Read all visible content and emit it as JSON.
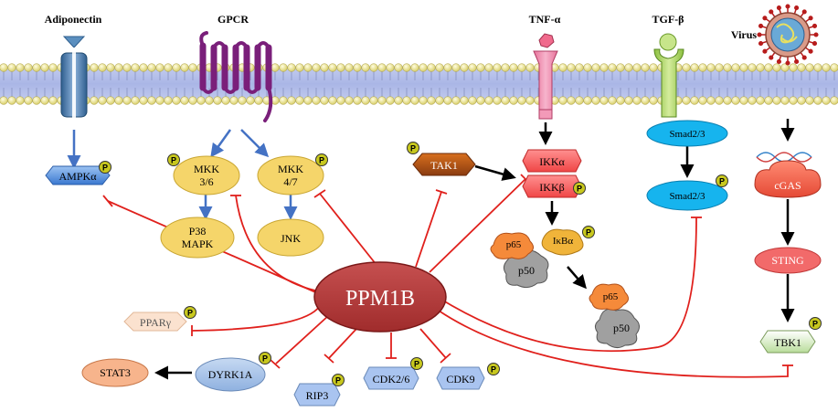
{
  "receptors": {
    "adiponectin": "Adiponectin",
    "gpcr": "GPCR",
    "tnf": "TNF-α",
    "tgf": "TGF-β",
    "virus": "Virus"
  },
  "nodes": {
    "ampk": "AMPKα",
    "mkk36_a": "MKK",
    "mkk36_b": "3/6",
    "mkk47_a": "MKK",
    "mkk47_b": "4/7",
    "p38_a": "P38",
    "p38_b": "MAPK",
    "jnk": "JNK",
    "tak1": "TAK1",
    "ikka": "IKKα",
    "ikkb": "IKKβ",
    "smad_top": "Smad2/3",
    "smad_bottom": "Smad2/3",
    "cgas": "cGAS",
    "sting": "STING",
    "tbk1": "TBK1",
    "p65": "p65",
    "ikba": "IκBα",
    "p50": "p50",
    "p65_free": "p65",
    "p50_free": "p50",
    "ppm1b": "PPM1B",
    "pparg": "PPARγ",
    "dyrk1a": "DYRK1A",
    "stat3": "STAT3",
    "rip3": "RIP3",
    "cdk26": "CDK2/6",
    "cdk9": "CDK9"
  },
  "phospho_label": "P",
  "colors": {
    "inhibition": "#e0201c",
    "activation_blue": "#4472c4",
    "activation_black": "#000000",
    "ppm1b": "#b23b3b",
    "phospho": "#c8c81e",
    "membrane": "#b9c3ea"
  }
}
